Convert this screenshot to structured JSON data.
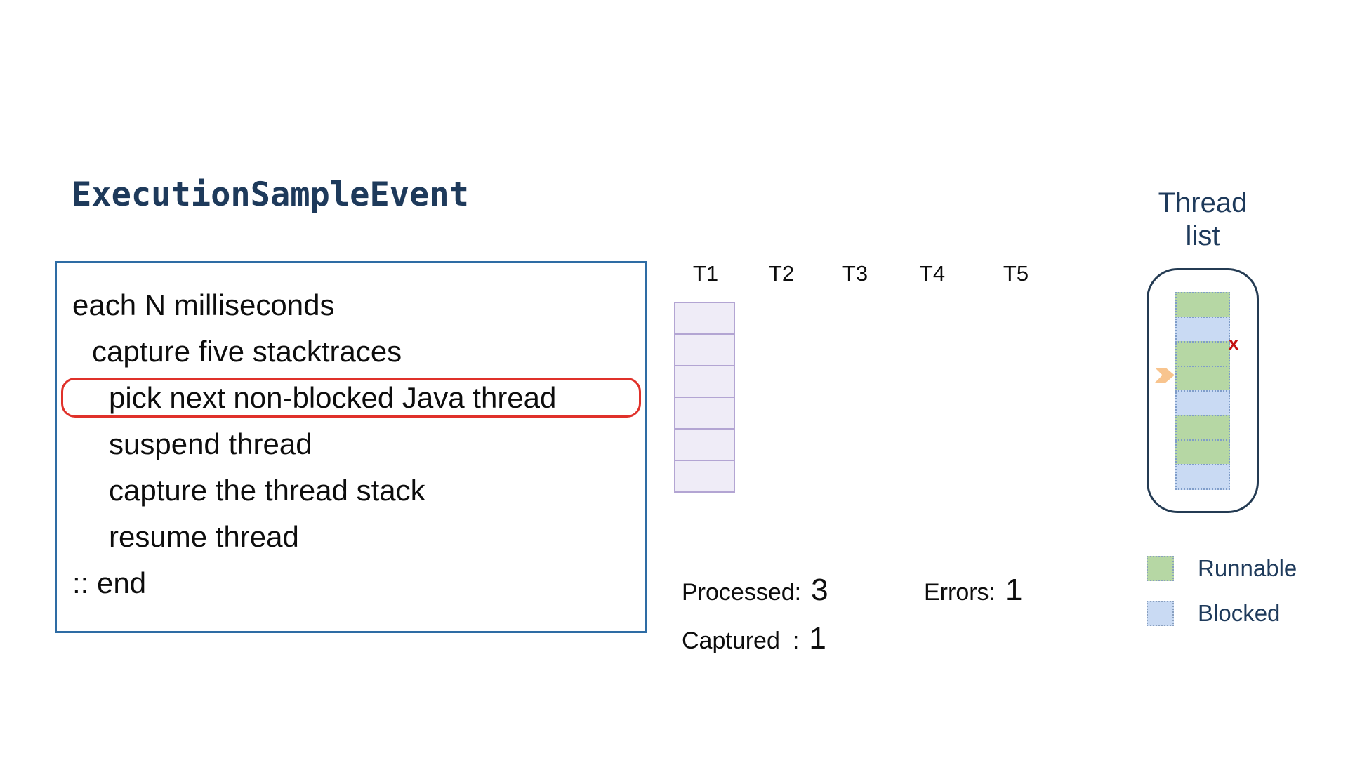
{
  "title": "ExecutionSampleEvent",
  "pseudocode": {
    "lines": [
      {
        "text": "each N milliseconds",
        "indent": 0,
        "highlighted": false
      },
      {
        "text": "capture five stacktraces",
        "indent": 1,
        "highlighted": false
      },
      {
        "text": "pick next non-blocked Java thread",
        "indent": 2,
        "highlighted": true
      },
      {
        "text": "suspend thread",
        "indent": 2,
        "highlighted": false
      },
      {
        "text": "capture the thread stack",
        "indent": 2,
        "highlighted": false
      },
      {
        "text": "resume thread",
        "indent": 2,
        "highlighted": false
      },
      {
        "text": ":: end",
        "indent": 0,
        "highlighted": false
      }
    ]
  },
  "threads": {
    "columns": [
      "T1",
      "T2",
      "T3",
      "T4",
      "T5"
    ],
    "t1_captured_slots": 6
  },
  "stats": {
    "processed_label": "Processed:",
    "processed_value": "3",
    "errors_label": "Errors:",
    "errors_value": "1",
    "captured_label": "Captured",
    "captured_separator": ":",
    "captured_value": "1"
  },
  "thread_list": {
    "title_line1": "Thread",
    "title_line2": "list",
    "cells": [
      "runnable",
      "blocked",
      "runnable",
      "runnable",
      "blocked",
      "runnable",
      "runnable",
      "blocked"
    ],
    "pointer_cell_index": 3,
    "error_cell_index": 2,
    "error_mark": "x"
  },
  "legend": {
    "items": [
      {
        "label": "Runnable",
        "state": "runnable"
      },
      {
        "label": "Blocked",
        "state": "blocked"
      }
    ]
  },
  "colors": {
    "navy_text": "#1e3a5b",
    "code_box_border": "#2e6ca4",
    "highlight_red": "#e0312a",
    "runnable_green": "#b6d7a4",
    "blocked_blue": "#c9daf3",
    "captured_cell_fill": "#efecf7",
    "captured_cell_border": "#b3a5d3",
    "dotted_cell_border": "#7f9dc9",
    "pointer_orange": "#f8c48e",
    "error_mark_red": "#c40f0f"
  }
}
